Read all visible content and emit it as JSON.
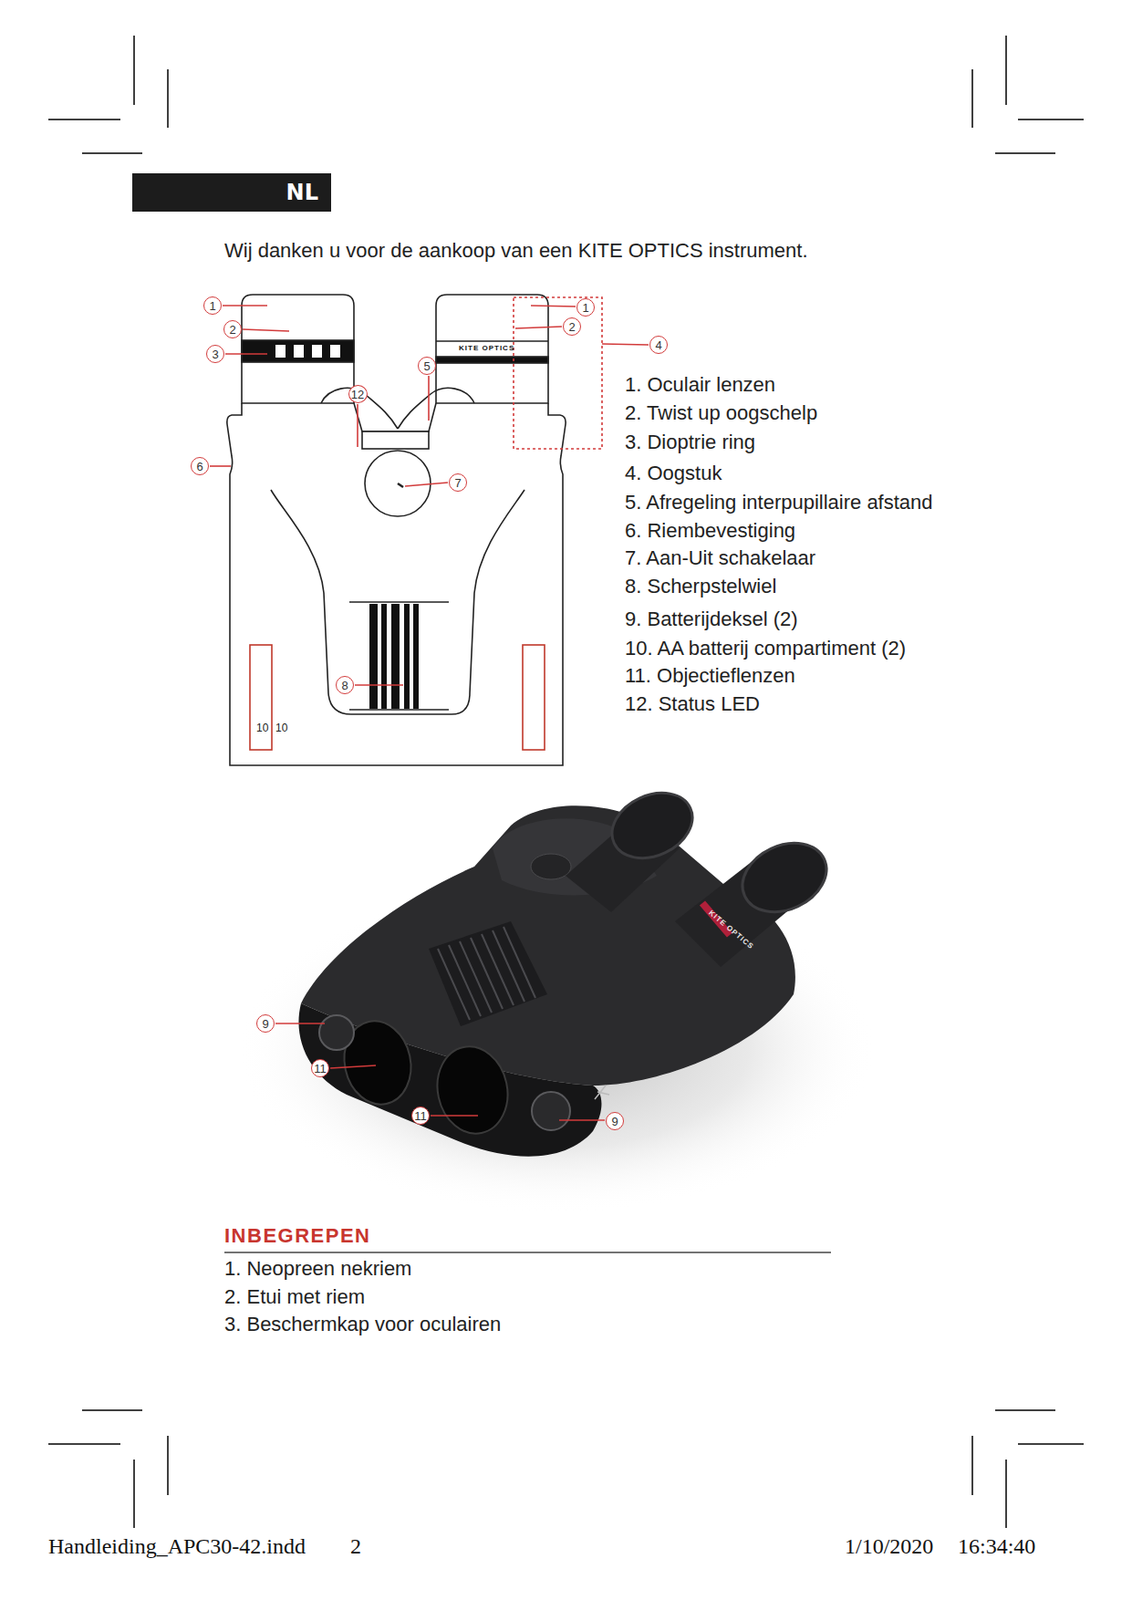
{
  "diagram": {
    "nodes": [
      {
        "text": [
          "NL"
        ]
      },
      {
        "text": [
          "1"
        ]
      },
      {
        "text": [
          "2"
        ]
      },
      {
        "text": [
          "3"
        ]
      },
      {
        "text": [
          "1"
        ]
      },
      {
        "text": [
          "2"
        ]
      },
      {
        "text": [
          "4"
        ]
      },
      {
        "text": [
          "5"
        ]
      },
      {
        "text": [
          "12"
        ]
      },
      {
        "text": [
          "6"
        ]
      },
      {
        "text": [
          "7"
        ]
      },
      {
        "text": [
          "8"
        ]
      },
      {
        "text": [
          "9"
        ]
      },
      {
        "text": [
          "11"
        ]
      },
      {
        "text": [
          "11"
        ]
      },
      {
        "text": [
          "9"
        ]
      }
    ],
    "labels": [
      "Wij danken u voor de aankoop van een KITE OPTICS instrument.",
      "KITE OPTICS",
      "10",
      "10",
      "1. Oculair lenzen",
      "2. Twist up oogschelp",
      "3. Dioptrie ring",
      "4. Oogstuk",
      "5. Afregeling interpupillaire afstand",
      "6. Riembevestiging",
      "7. Aan-Uit schakelaar",
      "8. Scherpstelwiel",
      "9. Batterijdeksel (2)",
      "10. AA batterij compartiment (2)",
      "11. Objectieflenzen",
      "12. Status LED",
      "KITE OPTICS",
      "INBEGREPEN",
      "1. Neopreen nekriem",
      "2. Etui met riem",
      "3. Beschermkap voor oculairen",
      "Handleiding_APC30-42.indd",
      "2",
      "1/10/2020",
      "16:34:40"
    ]
  }
}
